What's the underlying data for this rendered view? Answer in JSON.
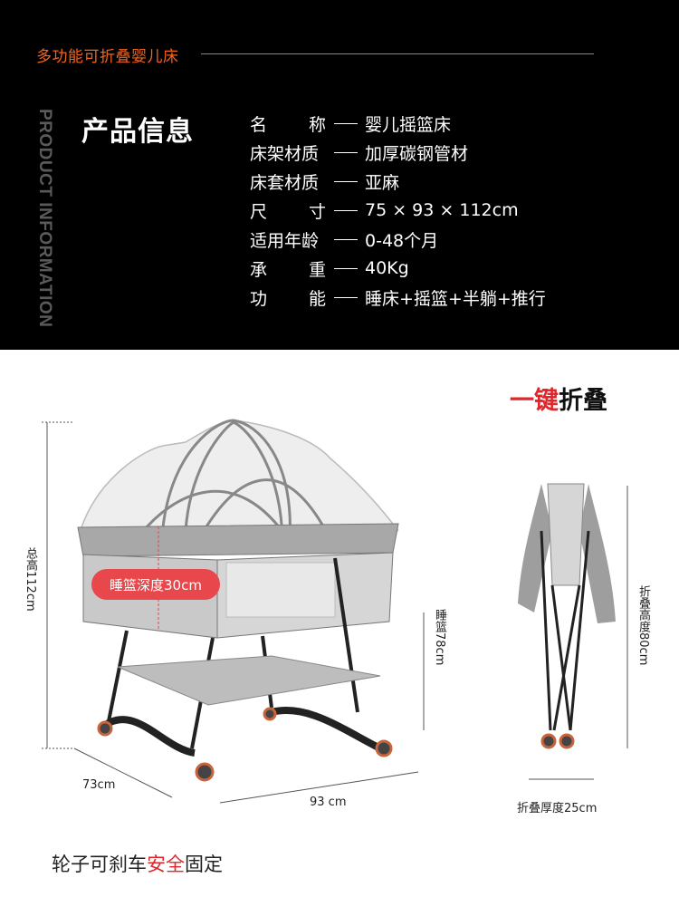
{
  "header": {
    "brand_title": "多功能可折叠婴儿床",
    "section_title": "产品信息",
    "vertical_en": "PRODUCT INFORMATION"
  },
  "specs": [
    {
      "label": "名称",
      "value": "婴儿摇篮床"
    },
    {
      "label": "床架材质",
      "value": "加厚碳钢管材"
    },
    {
      "label": "床套材质",
      "value": "亚麻"
    },
    {
      "label": "尺寸",
      "value": "75 × 93 × 112cm"
    },
    {
      "label": "适用年龄",
      "value": "0-48个月"
    },
    {
      "label": "承重",
      "value": "40Kg"
    },
    {
      "label": "功能",
      "value": "睡床+摇篮+半躺+推行"
    }
  ],
  "fold": {
    "title_accent": "一键",
    "title_rest": "折叠",
    "height_label": "折叠高度80cm",
    "thickness_label": "折叠厚度25cm"
  },
  "dimensions": {
    "total_height": "总高112cm",
    "bed_height": "睡篮78cm",
    "depth_badge": "睡篮深度30cm",
    "width": "73cm",
    "length": "93 cm"
  },
  "caption": {
    "part1": "轮子可刹车",
    "accent": "安全",
    "part2": "固定"
  },
  "colors": {
    "brand_orange": "#f0641e",
    "accent_red": "#e0262b",
    "badge_red": "#e8474c",
    "panel_black": "#000000"
  }
}
